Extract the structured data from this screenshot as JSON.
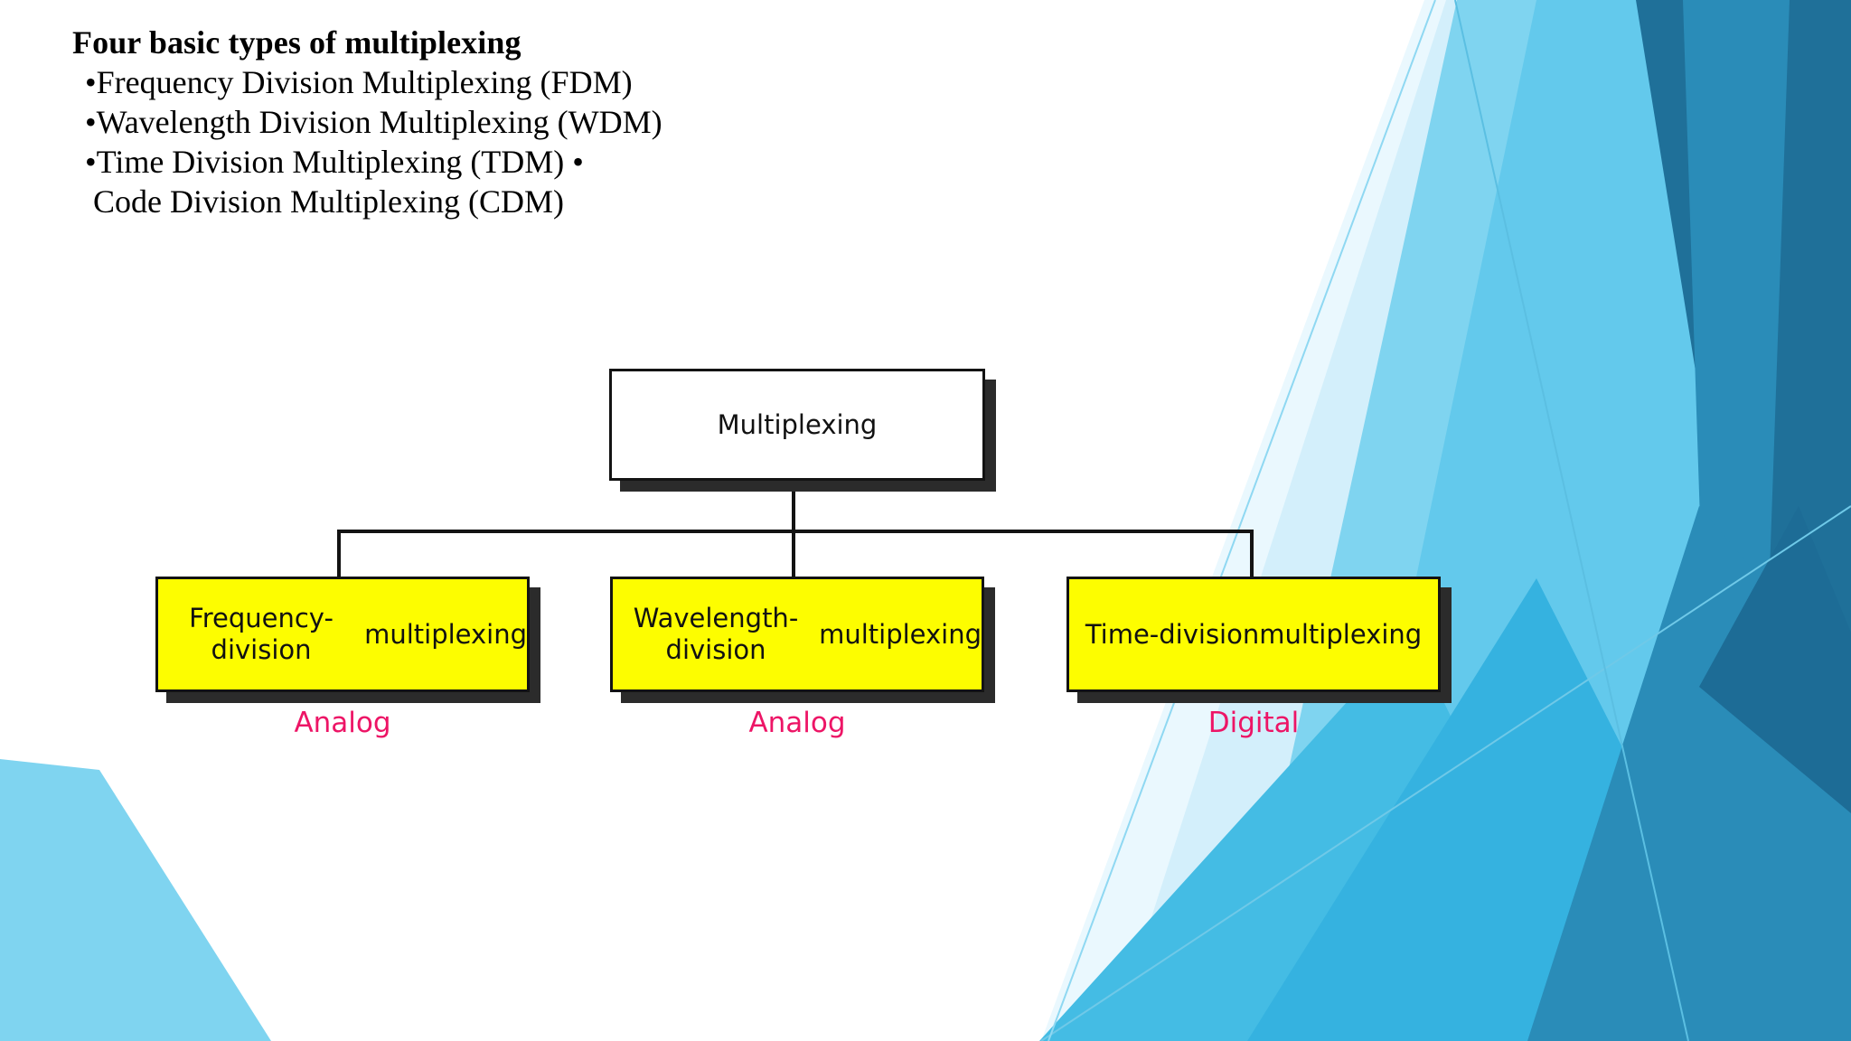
{
  "slide": {
    "title": "Four basic types of multiplexing",
    "bullets": [
      "•Frequency Division Multiplexing (FDM)",
      "•Wavelength Division Multiplexing (WDM)",
      "•Time Division Multiplexing (TDM) •",
      " Code Division Multiplexing (CDM)"
    ]
  },
  "diagram": {
    "root": {
      "label": "Multiplexing"
    },
    "children": [
      {
        "label": "Frequency-division\nmultiplexing",
        "caption": "Analog"
      },
      {
        "label": "Wavelength-division\nmultiplexing",
        "caption": "Analog"
      },
      {
        "label": "Time-division\nmultiplexing",
        "caption": "Digital"
      }
    ]
  },
  "colors": {
    "node_fill": "#fdfd00",
    "root_fill": "#ffffff",
    "node_border": "#131313",
    "caption_text": "#ed1566",
    "shadow": "#2b2b2b",
    "accent_blue_dark": "#1f7099",
    "accent_blue_mid": "#35b2e0",
    "accent_blue_light": "#7fd4f0",
    "accent_blue_pale": "#cfeefb",
    "background": "#ffffff"
  }
}
